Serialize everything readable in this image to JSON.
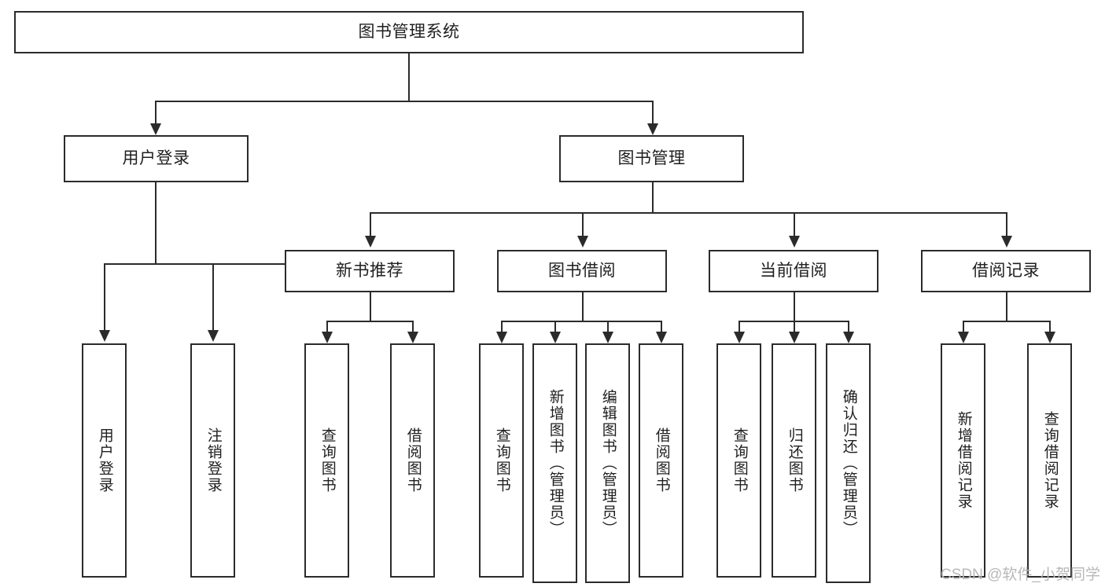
{
  "diagram": {
    "title": "图书管理系统",
    "root": {
      "label": "图书管理系统"
    },
    "level2": [
      {
        "label": "用户登录"
      },
      {
        "label": "图书管理"
      }
    ],
    "level3": [
      {
        "label": "新书推荐"
      },
      {
        "label": "图书借阅"
      },
      {
        "label": "当前借阅"
      },
      {
        "label": "借阅记录"
      }
    ],
    "leaves": {
      "user_login": [
        {
          "label": "用户登录"
        },
        {
          "label": "注销登录"
        }
      ],
      "new_book_recommend": [
        {
          "label": "查询图书"
        },
        {
          "label": "借阅图书"
        }
      ],
      "book_borrow": [
        {
          "label": "查询图书"
        },
        {
          "label": "新增图书（管理员）"
        },
        {
          "label": "编辑图书（管理员）"
        },
        {
          "label": "借阅图书"
        }
      ],
      "current_borrow": [
        {
          "label": "查询图书"
        },
        {
          "label": "归还图书"
        },
        {
          "label": "确认归还（管理员）"
        }
      ],
      "borrow_record": [
        {
          "label": "新增借阅记录"
        },
        {
          "label": "查询借阅记录"
        }
      ]
    }
  },
  "watermark": {
    "text": "CSDN @软件_小贺同学"
  },
  "colors": {
    "stroke": "#2b2b2b",
    "background": "#ffffff",
    "text": "#1f1f1f",
    "watermark": "#b8b8b8"
  }
}
